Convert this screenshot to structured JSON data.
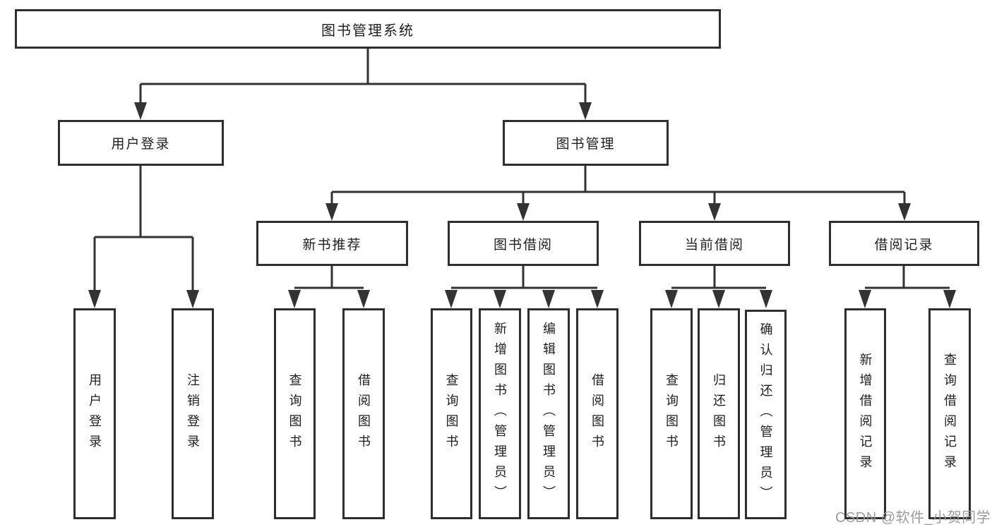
{
  "tree": {
    "label": "图书管理系统",
    "children": [
      {
        "label": "用户登录",
        "children": [
          {
            "label": "用户登录"
          },
          {
            "label": "注销登录"
          }
        ]
      },
      {
        "label": "图书管理",
        "children": [
          {
            "label": "新书推荐",
            "children": [
              {
                "label": "查询图书"
              },
              {
                "label": "借阅图书"
              }
            ]
          },
          {
            "label": "图书借阅",
            "children": [
              {
                "label": "查询图书"
              },
              {
                "label": "新增图书（管理员）"
              },
              {
                "label": "编辑图书（管理员）"
              },
              {
                "label": "借阅图书"
              }
            ]
          },
          {
            "label": "当前借阅",
            "children": [
              {
                "label": "查询图书"
              },
              {
                "label": "归还图书"
              },
              {
                "label": "确认归还（管理员）"
              }
            ]
          },
          {
            "label": "借阅记录",
            "children": [
              {
                "label": "新增借阅记录"
              },
              {
                "label": "查询借阅记录"
              }
            ]
          }
        ]
      }
    ]
  },
  "watermark": {
    "text": "CSDN @软件_小贺同学"
  },
  "colors": {
    "line": "#333333",
    "box_border": "#2e2e2e",
    "text": "#1f1f1f",
    "watermark": "#989898",
    "background": "#ffffff"
  }
}
